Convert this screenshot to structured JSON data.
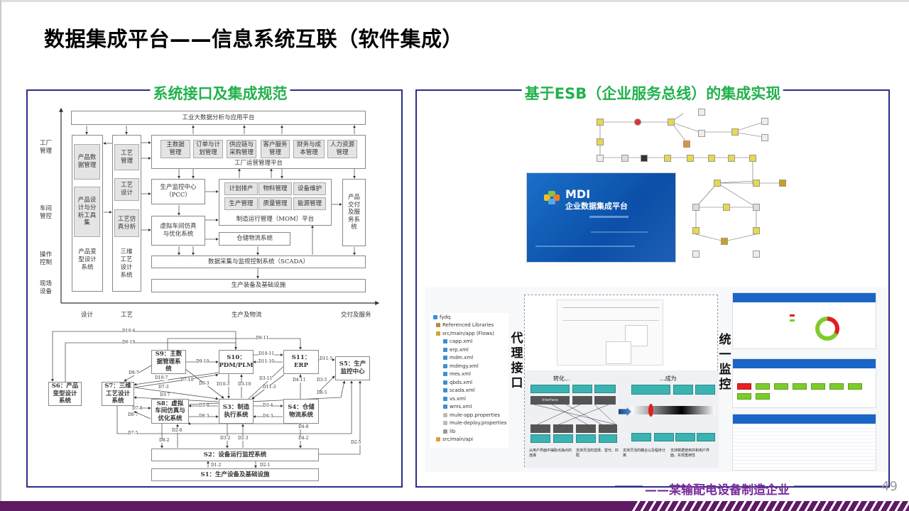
{
  "title": "数据集成平台——信息系统互联（软件集成）",
  "left_panel": {
    "title": "系统接口及集成规范",
    "arch": {
      "top_platform": "工业大数据分析与应用平台",
      "y_axis": [
        "工厂管理",
        "车间管控",
        "操作控制",
        "现场设备"
      ],
      "x_axis": [
        "设计",
        "工艺",
        "生产及物流",
        "交付及服务"
      ],
      "design_col": {
        "items": [
          "产品数据管理",
          "产品设计与分析工具集"
        ],
        "footer": "产品变型设计系统"
      },
      "process_col": {
        "items": [
          "工艺管理",
          "工艺设计",
          "工艺仿真分析"
        ],
        "footer": "三维工艺设计系统"
      },
      "factory_ops": {
        "modules": [
          "主数据管理",
          "订单与计划管理",
          "供应链与采购管理",
          "客户服务管理",
          "财务与成本管理",
          "人力资源管理"
        ],
        "label": "工厂运营管理平台"
      },
      "pcc": "生产监控中心（PCC）",
      "virtual": "虚拟车间仿真与优化系统",
      "mom": {
        "modules": [
          "计划排产",
          "物料管理",
          "设备维护",
          "生产管理",
          "质量管理",
          "能源管理"
        ],
        "label": "制造运行管理（MOM）平台"
      },
      "warehouse": "仓储物流系统",
      "delivery": "产品交付及服务系统",
      "scada": "数据采集与监视控制系统（SCADA）",
      "equipment": "生产装备及基础设施"
    },
    "systems": {
      "s1": "S1：生产设备及基础设施",
      "s2": "S2：设备运行监控系统",
      "s3": "S3：制造执行系统",
      "s4": "S4：仓储物流系统",
      "s5": "S5：生产监控中心",
      "s6": "S6：产品变型设计系统",
      "s7": "S7：三维工艺设计系统",
      "s8": "S8：虚拟车间仿真与优化系统",
      "s9": "S9：主数据管理系统",
      "s10": "S10：PDM/PLM",
      "s11": "S11：ERP"
    },
    "flows": [
      "D10-6",
      "D6-10",
      "D9-11",
      "D9-10",
      "D10-11",
      "D11-10",
      "D11-5",
      "D9-7",
      "D10-7",
      "D7-10",
      "D9-3",
      "D10-3",
      "D3-10",
      "D3-11",
      "D4-11",
      "D3-5",
      "D7-3",
      "D11-3",
      "D3-7",
      "D8-5",
      "D7-8",
      "D3-8",
      "D3-4",
      "D8-7",
      "D8-3",
      "D4-3",
      "D2-8",
      "D4-8",
      "D7-5",
      "D8-2",
      "D3-2",
      "D2-3",
      "D4-2",
      "D2-5",
      "D1-2",
      "D2-1"
    ]
  },
  "right_panel": {
    "title": "基于ESB（企业服务总线）的集成实现",
    "mdi": {
      "logo": "MDI",
      "name": "企业数据集成平台"
    },
    "file_tree": [
      "fydq",
      "Referenced Libraries",
      "src/main/app (Flows)",
      "capp.xml",
      "erp.xml",
      "mdm.xml",
      "mdmgy.xml",
      "mes.xml",
      "qbds.xml",
      "scada.xml",
      "vs.xml",
      "wms.xml",
      "mule-app.properties",
      "mule-deploy.properties",
      "lib",
      "src/main/api"
    ],
    "proxy_label": "代理接口",
    "monitor_label": "统一监控",
    "transform_before": "转化...",
    "transform_after": "...成为",
    "interface_label": "Interface",
    "bullets": [
      "从用户界面中抽取点抽点的连接",
      "支持灵活的选择、替代、匹配",
      "支持灵活的耦合以及程序分离",
      "支持数据使用并和用户界面，实现重用性"
    ]
  },
  "footer": {
    "company": "——某输配电设备制造企业",
    "page": "49"
  },
  "colors": {
    "accent_green": "#22b14c",
    "panel_border": "#2b2f86",
    "footer_purple": "#5e1a63"
  }
}
